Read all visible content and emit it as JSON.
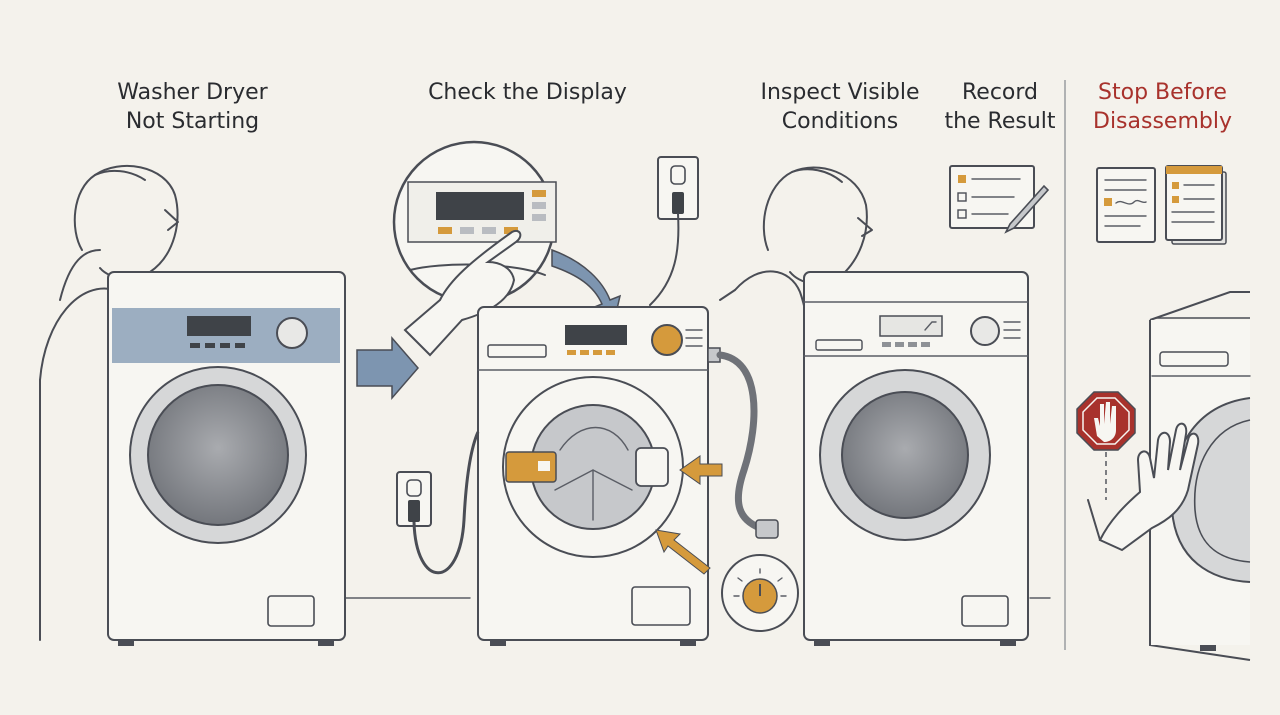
{
  "steps": [
    {
      "line1": "Washer Dryer",
      "line2": "Not Starting"
    },
    {
      "line1": "Check the Display",
      "line2": ""
    },
    {
      "line1": "Inspect Visible",
      "line2": "Conditions"
    },
    {
      "line1": "Record",
      "line2": "the Result"
    },
    {
      "line1": "Stop Before",
      "line2": "Disassembly"
    }
  ],
  "colors": {
    "background": "#f4f2ec",
    "ink": "#4a4d55",
    "accent_blue": "#7d95b0",
    "accent_orange": "#d59a3c",
    "warning_red": "#a8322c",
    "machine_fill": "#f7f6f2",
    "drum": "#8e9196"
  }
}
